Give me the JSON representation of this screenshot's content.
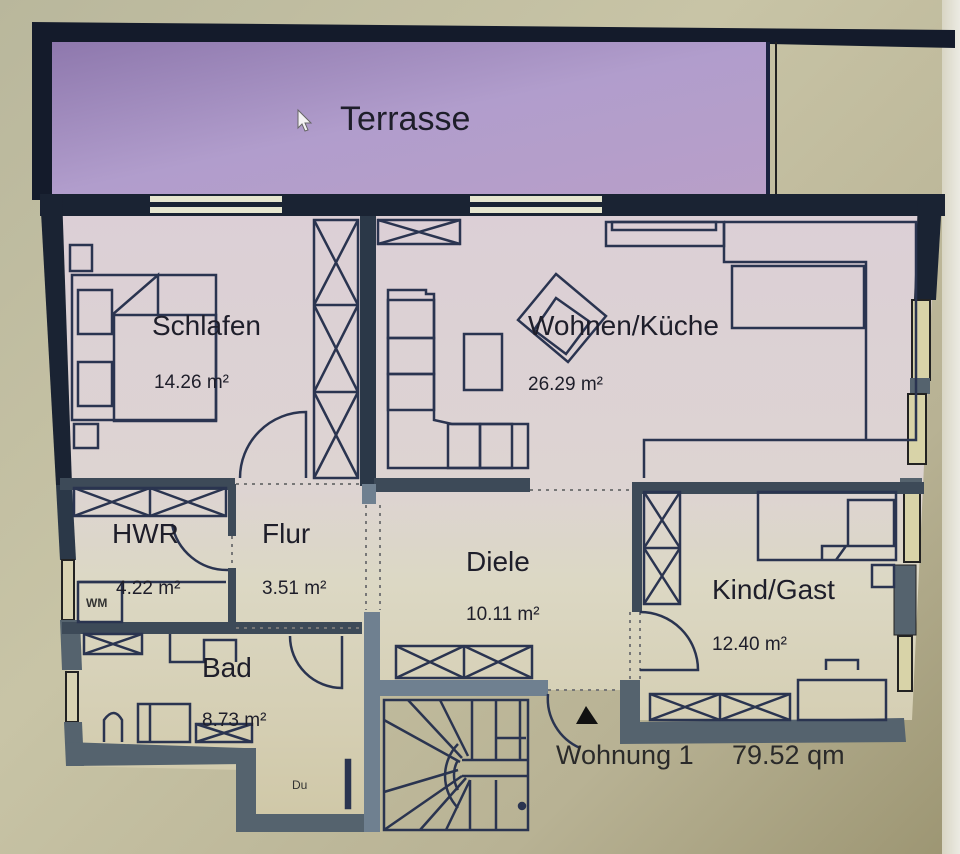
{
  "plan": {
    "terrace": {
      "label": "Terrasse"
    },
    "rooms": [
      {
        "id": "schlafen",
        "name": "Schlafen",
        "area": "14.26 m²"
      },
      {
        "id": "wohnen",
        "name": "Wohnen/Küche",
        "area": "26.29 m²"
      },
      {
        "id": "hwr",
        "name": "HWR",
        "area": "4.22 m²"
      },
      {
        "id": "flur",
        "name": "Flur",
        "area": "3.51 m²"
      },
      {
        "id": "diele",
        "name": "Diele",
        "area": "10.11 m²"
      },
      {
        "id": "kind",
        "name": "Kind/Gast",
        "area": "12.40 m²"
      },
      {
        "id": "bad",
        "name": "Bad",
        "area": "8.73 m²"
      }
    ],
    "fixtures": {
      "washing_machine": "WM",
      "shower": "Du"
    },
    "summary": {
      "unit": "Wohnung 1",
      "total_area": "79.52 qm"
    },
    "icons": {
      "cursor": "mouse-pointer-icon",
      "entrance": "entrance-triangle-icon"
    },
    "colors": {
      "terrace_fill": "#a58fc0",
      "room_fill_top": "#d9cfd3",
      "room_fill_bottom": "#d8d1b6",
      "wall_dark": "#1a2333",
      "wall_grey": "#55636e",
      "furniture_line": "#2a3450"
    }
  }
}
